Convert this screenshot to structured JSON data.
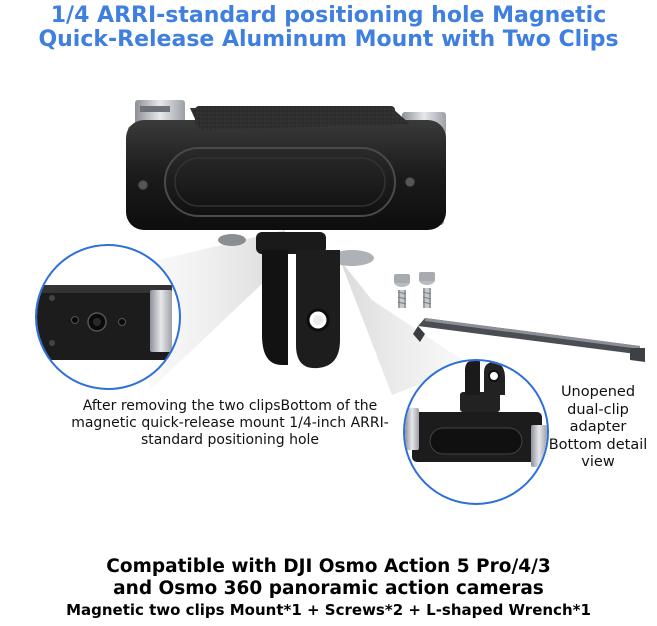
{
  "title": {
    "line1": "1/4 ARRI-standard positioning hole Magnetic",
    "line2": "Quick-Release Aluminum Mount with Two Clips"
  },
  "callouts": {
    "left": "After removing the two clipsBottom of the magnetic quick-release mount 1/4-inch ARRI-standard positioning hole",
    "right": "Unopened dual-clip adapter Bottom detail view"
  },
  "footer": {
    "line1": "Compatible with DJI Osmo Action 5 Pro/4/3",
    "line2": "and Osmo 360 panoramic action cameras",
    "line3": "Magnetic  two clips Mount*1 +  Screws*2 + L-shaped Wrench*1"
  },
  "colors": {
    "title": "#3f7fe0",
    "circle_border": "#2f6fdc",
    "metal": "#1c1c1c",
    "silver": "#c9ccd1",
    "pad": "#2b2b2b"
  }
}
